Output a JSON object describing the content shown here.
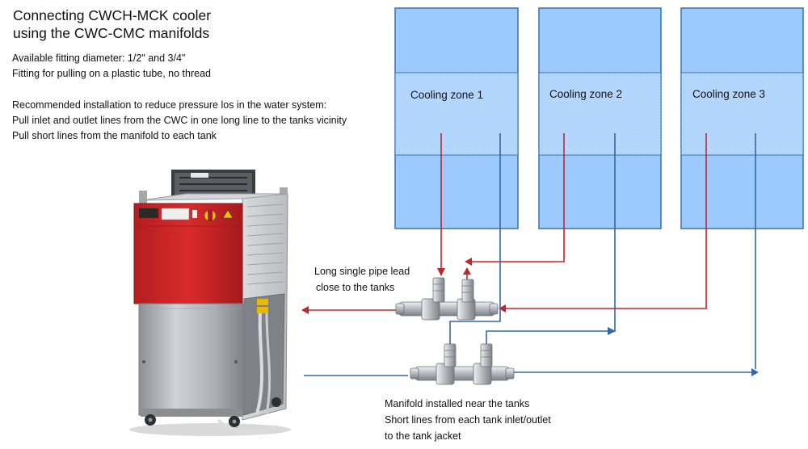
{
  "title": {
    "line1": "Connecting CWCH-MCK cooler",
    "line2": "using the CWC-CMC manifolds"
  },
  "notes_fitting": {
    "line1": "Available fitting diameter: 1/2\" and 3/4\"",
    "line2": "Fitting for pulling on a plastic tube, no thread"
  },
  "notes_install": {
    "line1": "Recommended installation to reduce pressure los in the water system:",
    "line2": "Pull inlet and outlet lines from the CWC in one long line to the tanks vicinity",
    "line3": "Pull short lines from the manifold to each tank"
  },
  "zones": [
    {
      "label": "Cooling zone 1"
    },
    {
      "label": "Cooling zone 2"
    },
    {
      "label": "Cooling zone 3"
    }
  ],
  "caption_pipe": {
    "line1": "Long single pipe lead",
    "line2": "close to the tanks"
  },
  "caption_manifold": {
    "line1": "Manifold installed near the tanks",
    "line2": "Short lines from each tank inlet/outlet",
    "line3": "to the tank jacket"
  },
  "colors": {
    "tank_fill": "#9ccaff",
    "tank_border": "#3a6fb0",
    "hot_line": "#c0262c",
    "cold_line": "#3566a8",
    "cooler_red": "#d32a2a",
    "cooler_steel": "#b4b7bb"
  }
}
